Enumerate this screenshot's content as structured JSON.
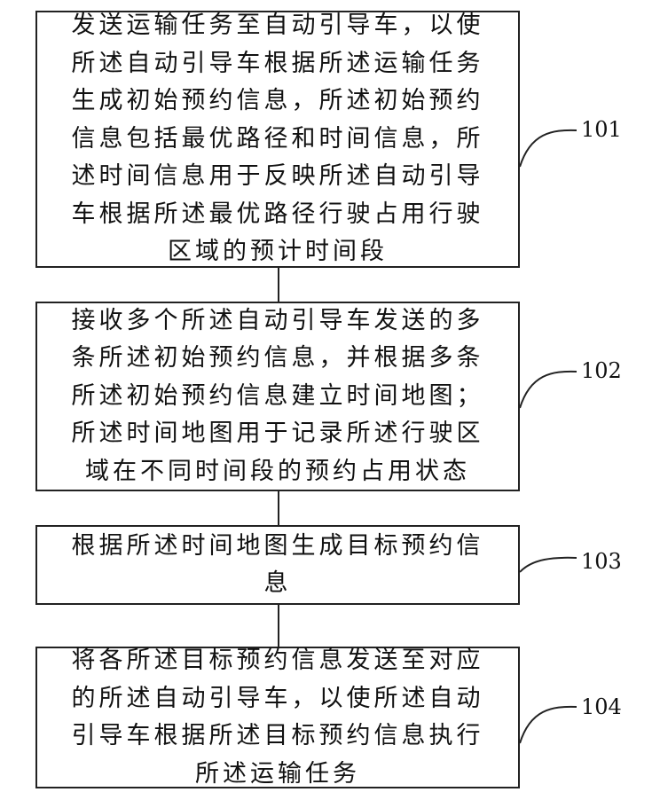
{
  "steps": [
    {
      "label": "101",
      "text": "发送运输任务至自动引导车，以使所述自动引导车根据所述运输任务生成初始预约信息，所述初始预约信息包括最优路径和时间信息，所述时间信息用于反映所述自动引导车根据所述最优路径行驶占用行驶区域的预计时间段"
    },
    {
      "label": "102",
      "text": "接收多个所述自动引导车发送的多条所述初始预约信息，并根据多条所述初始预约信息建立时间地图；所述时间地图用于记录所述行驶区域在不同时间段的预约占用状态"
    },
    {
      "label": "103",
      "text": "根据所述时间地图生成目标预约信息"
    },
    {
      "label": "104",
      "text": "将各所述目标预约信息发送至对应的所述自动引导车，以使所述自动引导车根据所述目标预约信息执行所述运输任务"
    }
  ]
}
